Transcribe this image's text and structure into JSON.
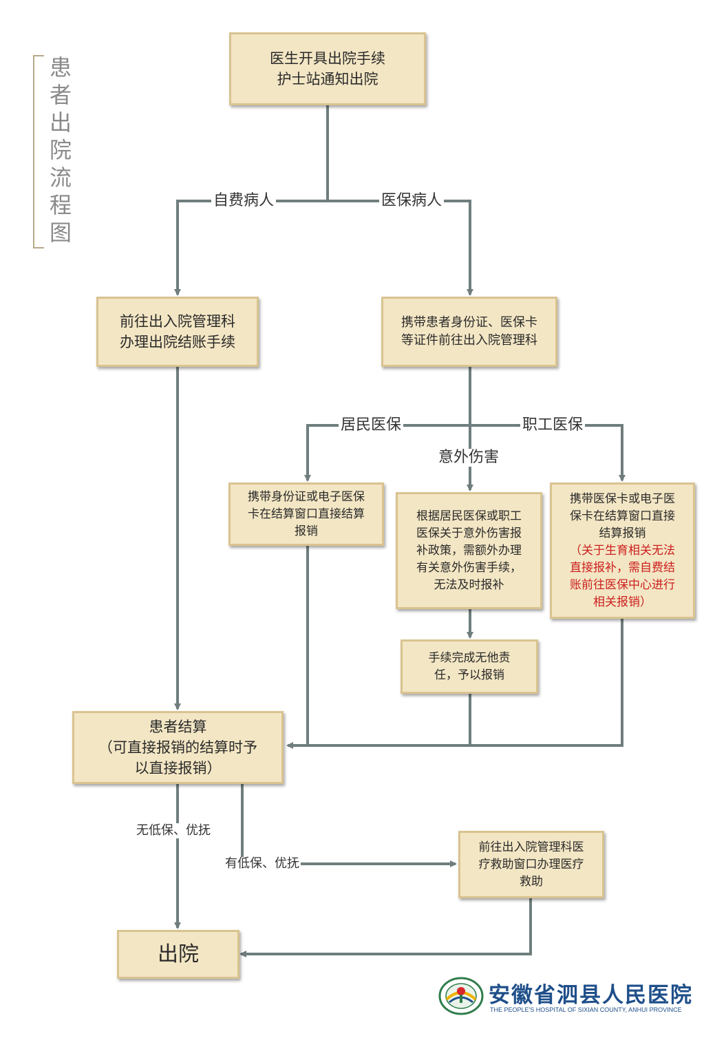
{
  "side_title": [
    "患",
    "者",
    "出",
    "院",
    "流",
    "程",
    "图"
  ],
  "nodes": {
    "start": {
      "lines": [
        "医生开具出院手续",
        "护士站通知出院"
      ]
    },
    "self_pay": {
      "lines": [
        "前往出入院管理科",
        "办理出院结账手续"
      ]
    },
    "insured": {
      "lines": [
        "携带患者身份证、医保卡",
        "等证件前往出入院管理科"
      ]
    },
    "resident": {
      "lines": [
        "携带身份证或电子医保",
        "卡在结算窗口直接结算",
        "报销"
      ]
    },
    "accident": {
      "lines": [
        "根据居民医保或职工",
        "医保关于意外伤害报",
        "补政策，需额外办理",
        "有关意外伤害手续，",
        "无法及时报补"
      ]
    },
    "employee": {
      "lines": [
        "携带医保卡或电子医",
        "保卡在结算窗口直接",
        "结算报销"
      ],
      "red_lines": [
        "（关于生育相关无法",
        "直接报补，需自费结",
        "账前往医保中心进行",
        "相关报销）"
      ]
    },
    "accident_done": {
      "lines": [
        "手续完成无他责",
        "任，予以报销"
      ]
    },
    "settle": {
      "lines": [
        "患者结算",
        "（可直接报销的结算时予",
        "以直接报销）"
      ]
    },
    "aid": {
      "lines": [
        "前往出入院管理科医",
        "疗救助窗口办理医疗",
        "救助"
      ]
    },
    "discharge": {
      "lines": [
        "出院"
      ]
    }
  },
  "edge_labels": {
    "self_pay": "自费病人",
    "insured": "医保病人",
    "resident": "居民医保",
    "accident": "意外伤害",
    "employee": "职工医保",
    "no_low_income": "无低保、优抚",
    "low_income": "有低保、优抚"
  },
  "hospital": {
    "name_cn": "安徽省泗县人民医院",
    "name_en": "THE PEOPLE'S HOSPITAL OF SIXIAN COUNTY, ANHUI PROVINCE"
  },
  "colors": {
    "line": "#6f7d7d",
    "box_fill": "#f3e6c4",
    "box_border": "#d9c390",
    "note_red": "#cc1f1f",
    "logo_blue": "#1f4f8a"
  }
}
